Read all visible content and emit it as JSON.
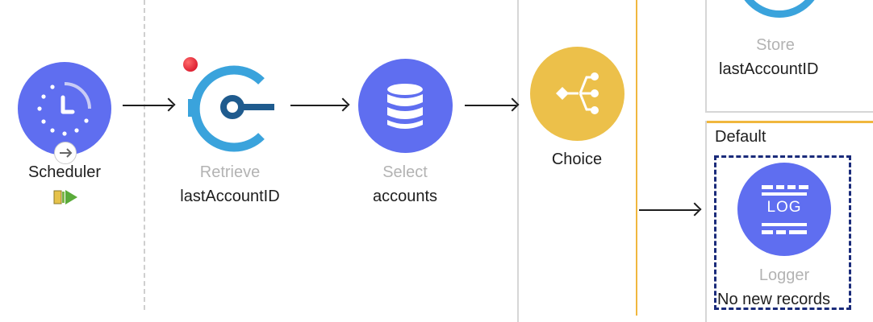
{
  "flow": {
    "scheduler": {
      "title": "Scheduler",
      "icon": "clock-icon",
      "color": "#5f6ef0"
    },
    "retrieve": {
      "title": "Retrieve",
      "subtitle": "lastAccountID",
      "icon": "object-store-icon"
    },
    "select": {
      "title": "Select",
      "subtitle": "accounts",
      "icon": "database-icon",
      "color": "#5f6ef0"
    },
    "choice": {
      "title": "Choice",
      "icon": "branch-icon",
      "color": "#ecc04a"
    },
    "store": {
      "title": "Store",
      "subtitle": "lastAccountID"
    },
    "default_route": {
      "label": "Default"
    },
    "logger": {
      "title": "Logger",
      "subtitle": "No new records",
      "icon_text": "LOG",
      "color": "#5f6ef0"
    }
  },
  "colors": {
    "accent_blue": "#5f6ef0",
    "choice_yellow": "#ecc04a",
    "route_line": "#f0b73e",
    "selection": "#1a2b7a"
  }
}
